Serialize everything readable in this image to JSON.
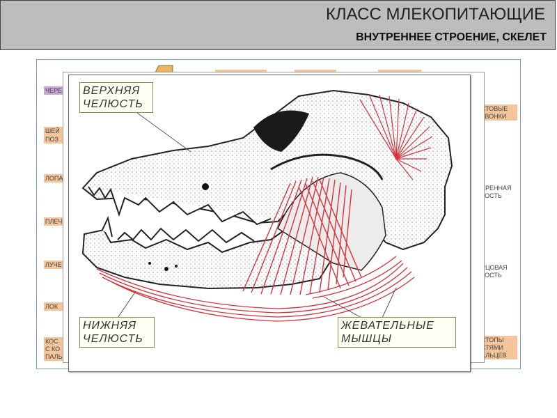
{
  "header": {
    "title": "КЛАСС МЛЕКОПИТАЮЩИЕ",
    "subtitle": "ВНУТРЕННЕЕ СТРОЕНИЕ, СКЕЛЕТ"
  },
  "background_slide": {
    "left_labels": [
      "ЧЕРЕ",
      "ШЕЙ",
      "ПОЗ",
      "ЛОПА",
      "ПЛЕЧ",
      "ЛУЧЕ",
      "ЛОК",
      "КОС",
      "С КО",
      "ПАЛЬ"
    ],
    "right_labels": [
      "СТОВЫЕ",
      "ЗВОНКИ",
      "ЕРЕННАЯ",
      "КОСТЬ",
      "РЦОВАЯ",
      "КОСТЬ",
      "СТОПЫ",
      "СТЯМИ",
      "АЛЬЦЕВ"
    ]
  },
  "diagram": {
    "upper_jaw_label": [
      "ВЕРХНЯЯ",
      "ЧЕЛЮСТЬ"
    ],
    "lower_jaw_label": [
      "НИЖНЯЯ",
      "ЧЕЛЮСТЬ"
    ],
    "muscles_label": [
      "ЖЕВАТЕЛЬНЫЕ",
      "МЫШЦЫ"
    ]
  },
  "colors": {
    "header_bg": "#bdbdbd",
    "muscle_red": "#d9303a",
    "label_tan": "#f4c59a",
    "label_purple": "#c9a6d6"
  }
}
